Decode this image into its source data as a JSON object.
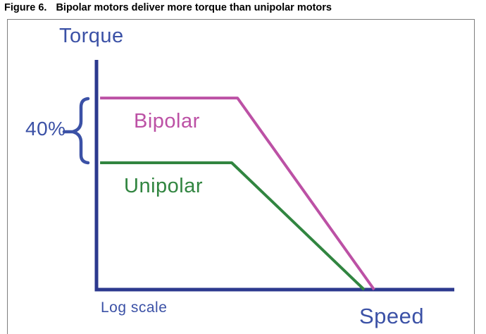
{
  "figure": {
    "label": "Figure 6.",
    "caption": "Bipolar motors deliver more torque than unipolar motors"
  },
  "chart_data": {
    "type": "line",
    "ylabel": "Torque",
    "xlabel": "Speed",
    "x_axis_note": "Log scale",
    "x_scale": "log",
    "axes_numeric": false,
    "grid": false,
    "legend_position": "inline-labels",
    "annotations": [
      {
        "text": "40%",
        "between_series": [
          "Bipolar",
          "Unipolar"
        ]
      }
    ],
    "series": [
      {
        "name": "Bipolar",
        "color": "#bc51a5",
        "points": [
          [
            0.01,
            0.834
          ],
          [
            0.394,
            0.834
          ],
          [
            0.776,
            0.0
          ]
        ]
      },
      {
        "name": "Unipolar",
        "color": "#318540",
        "points": [
          [
            0.01,
            0.552
          ],
          [
            0.378,
            0.552
          ],
          [
            0.748,
            0.0
          ]
        ]
      }
    ]
  },
  "colors": {
    "axis": "#2c398e",
    "text_blue": "#3b51a6",
    "bipolar": "#bc51a5",
    "unipolar": "#318540",
    "frame_border": "#7e7e7e",
    "title_text": "#000000"
  }
}
